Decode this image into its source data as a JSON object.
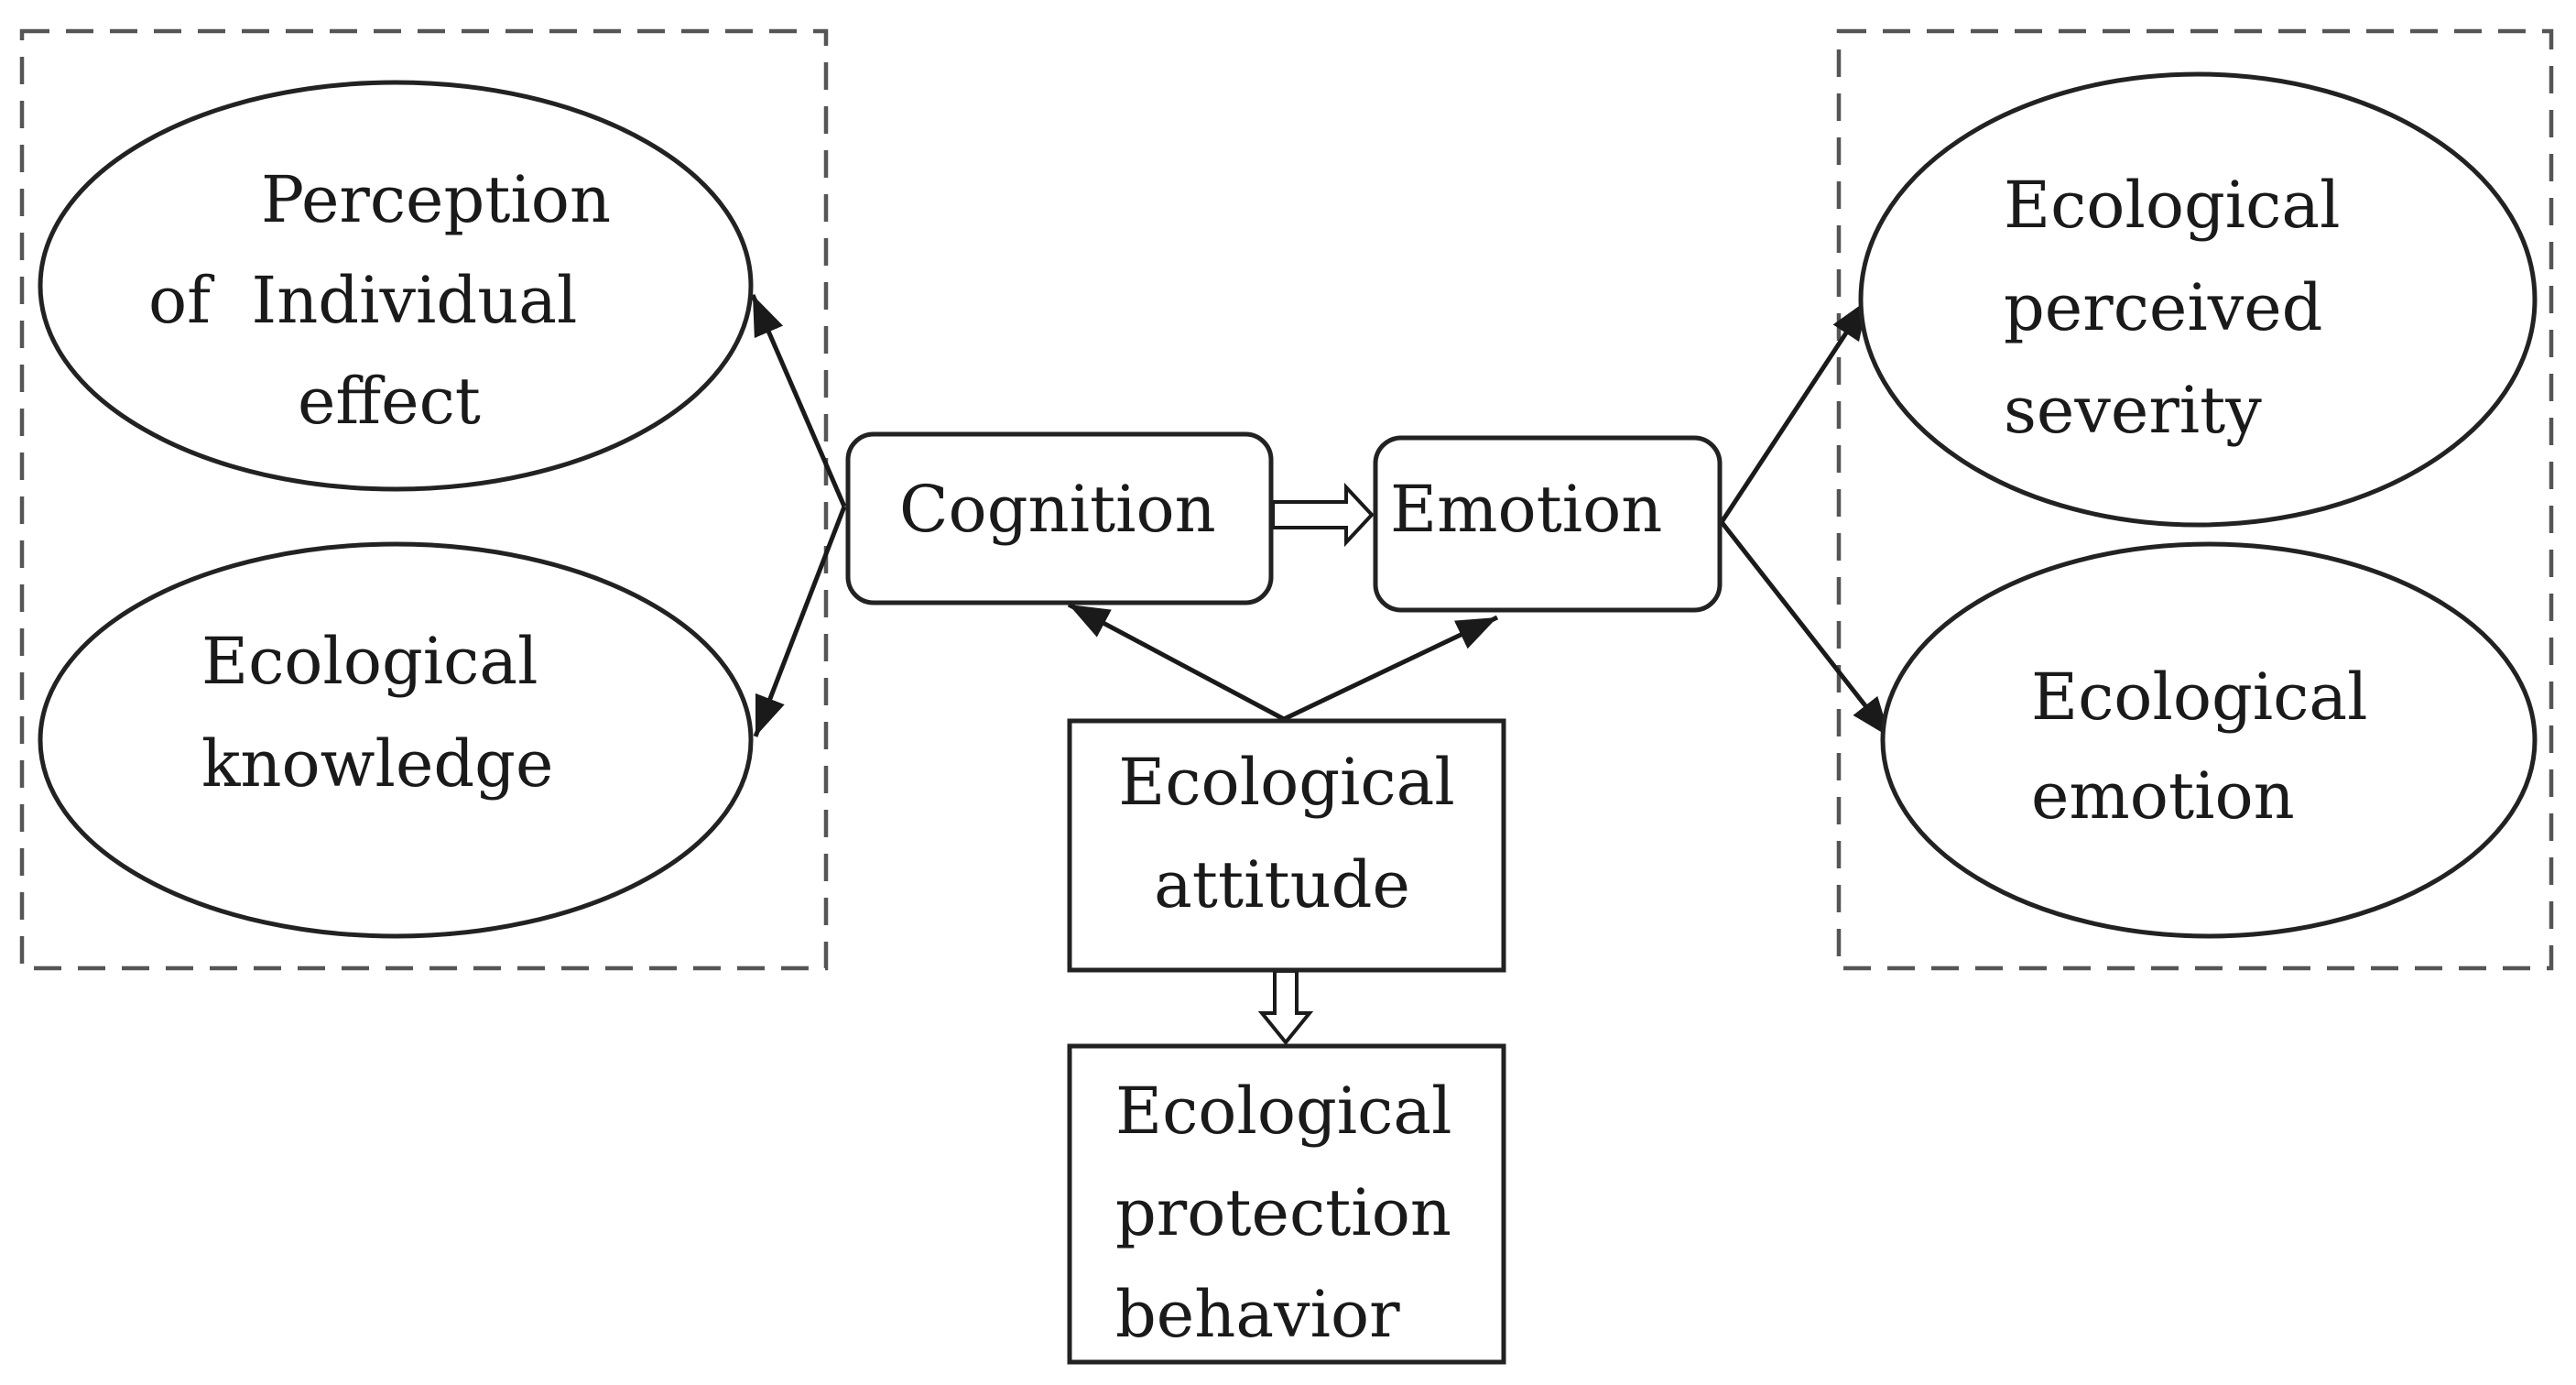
{
  "nodes": {
    "perception_individual_effect": {
      "lines": [
        "Perception",
        "of  Individual",
        "effect"
      ]
    },
    "ecological_knowledge": {
      "lines": [
        "Ecological",
        "knowledge"
      ]
    },
    "cognition": {
      "lines": [
        "Cognition"
      ]
    },
    "emotion": {
      "lines": [
        "Emotion"
      ]
    },
    "ecological_perceived_severity": {
      "lines": [
        "Ecological",
        "perceived",
        "severity"
      ]
    },
    "ecological_emotion": {
      "lines": [
        "Ecological",
        "emotion"
      ]
    },
    "ecological_attitude": {
      "lines": [
        "Ecological",
        "attitude"
      ]
    },
    "ecological_protection_behavior": {
      "lines": [
        "Ecological",
        "protection",
        "behavior"
      ]
    }
  },
  "edges": [
    {
      "from": "cognition",
      "to": "perception_individual_effect",
      "style": "solid-arrow"
    },
    {
      "from": "cognition",
      "to": "ecological_knowledge",
      "style": "solid-arrow"
    },
    {
      "from": "cognition",
      "to": "emotion",
      "style": "hollow-arrow"
    },
    {
      "from": "emotion",
      "to": "ecological_perceived_severity",
      "style": "solid-arrow"
    },
    {
      "from": "emotion",
      "to": "ecological_emotion",
      "style": "solid-arrow"
    },
    {
      "from": "ecological_attitude",
      "to": "cognition",
      "style": "solid-arrow"
    },
    {
      "from": "ecological_attitude",
      "to": "emotion",
      "style": "solid-arrow"
    },
    {
      "from": "ecological_attitude",
      "to": "ecological_protection_behavior",
      "style": "hollow-arrow"
    }
  ],
  "groups": [
    {
      "members": [
        "perception_individual_effect",
        "ecological_knowledge"
      ],
      "style": "dashed"
    },
    {
      "members": [
        "ecological_perceived_severity",
        "ecological_emotion"
      ],
      "style": "dashed"
    }
  ]
}
